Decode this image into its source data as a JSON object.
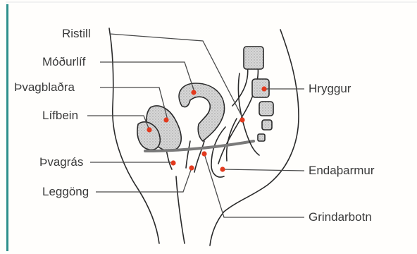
{
  "labels": {
    "ristill": "Ristill",
    "modurlif": "Móðurlíf",
    "thvagbladra": "Þvagblaðra",
    "lifbein": "Lífbein",
    "thvagras": "Þvagrás",
    "leggong": "Leggöng",
    "hryggur": "Hryggur",
    "endatharmur": "Endaþarmur",
    "grindarbotn": "Grindarbotn"
  },
  "colors": {
    "accent_rule": "#2d8f8c",
    "marker": "#e23a1e",
    "outline": "#2a2a2a",
    "leader": "#4a4a4a",
    "fill": "#d9d9d9"
  }
}
